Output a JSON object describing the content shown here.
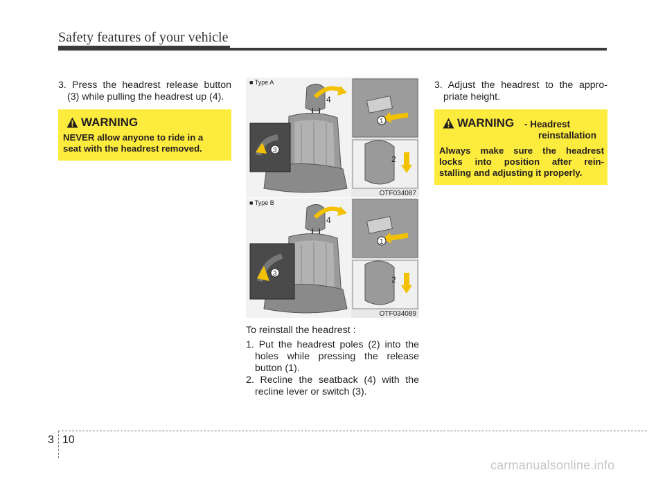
{
  "header": {
    "title": "Safety features of your vehicle"
  },
  "left_column": {
    "step3": {
      "first_line": "3. Press the headrest release button",
      "rest_line": "(3) while pulling the headrest up (4)."
    },
    "warning": {
      "title": "WARNING",
      "line1": "NEVER allow anyone to ride in a",
      "line2": "seat with the headrest removed."
    }
  },
  "figures": {
    "type_a": {
      "label": "■ Type A",
      "code": "OTF034087",
      "callouts": [
        "1",
        "2",
        "3",
        "4"
      ]
    },
    "type_b": {
      "label": "■ Type B",
      "code": "OTF034089",
      "callouts": [
        "1",
        "2",
        "3",
        "4"
      ]
    }
  },
  "middle_column": {
    "reinstall_heading": "To reinstall the headrest :",
    "step1": {
      "first_line": "1. Put the headrest poles (2) into the",
      "line2": "holes while pressing the release",
      "line3": "button (1)."
    },
    "step2": {
      "first_line": "2. Recline the seatback (4) with the",
      "line2": "recline lever or switch (3)."
    }
  },
  "right_column": {
    "step3": {
      "first_line": "3. Adjust the headrest to the appro-",
      "rest_line": "priate height."
    },
    "warning": {
      "title": "WARNING",
      "subtitle1": "- Headrest",
      "subtitle2": "reinstallation",
      "line1": "Always make sure the headrest",
      "line2": "locks into position after rein-",
      "line3": "stalling and adjusting it properly."
    }
  },
  "footer": {
    "chapter": "3",
    "page": "10",
    "watermark": "carmanualsonline.info"
  },
  "colors": {
    "warning_bg": "#fdeb3d",
    "arrow": "#f2c200",
    "text": "#231f20"
  }
}
